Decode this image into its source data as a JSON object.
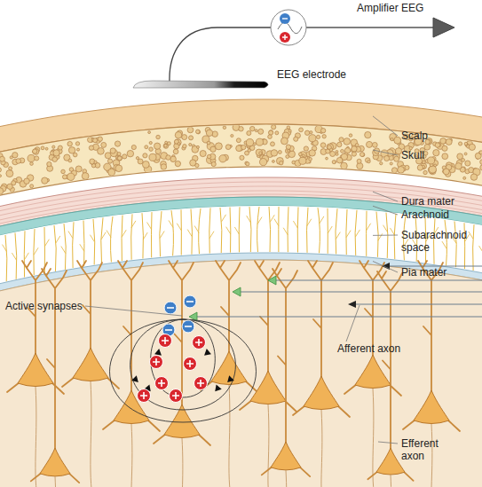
{
  "diagram": {
    "labels": [
      "Amplifier EEG",
      "EEG electrode",
      "Scalp",
      "Skull",
      "Dura mater",
      "Arachnoid",
      "Subarachnoid space",
      "Pia mater",
      "Active synapses",
      "Afferent axon",
      "Efferent axon"
    ]
  }
}
